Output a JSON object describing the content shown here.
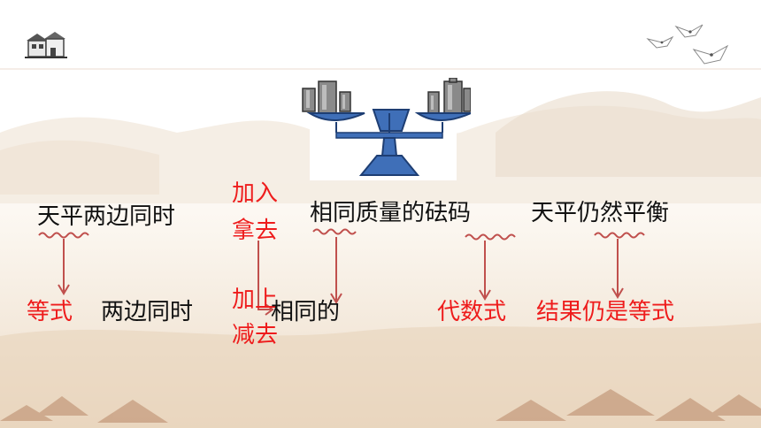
{
  "slide": {
    "row1": {
      "part1": "天平两边同时",
      "options": {
        "top": "加入",
        "bottom": "拿去"
      },
      "part2": "相同质量的砝码",
      "part3": "天平仍然平衡"
    },
    "row2": {
      "part1": "等式",
      "part2": "两边同时",
      "options": {
        "top": "加上",
        "bottom": "减去"
      },
      "part3": "相同的",
      "part4": "代数式",
      "part5": "结果仍是等式"
    }
  },
  "colors": {
    "text": "#111111",
    "highlight": "#ee1c1c",
    "connector": "#c0504d",
    "pan": "#3f6fb8"
  }
}
